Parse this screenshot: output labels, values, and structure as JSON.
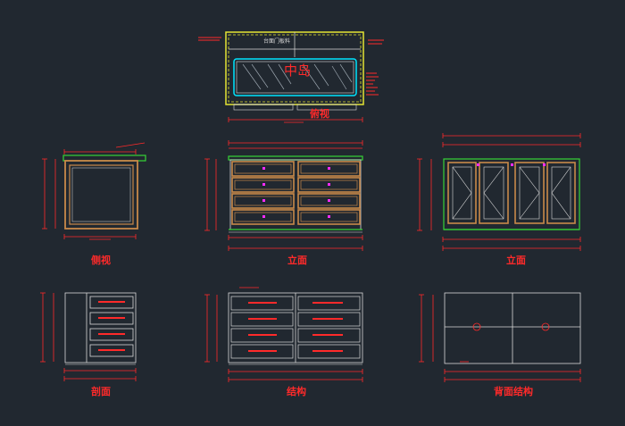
{
  "drawing": {
    "views": {
      "top": {
        "label": "俯视",
        "panel_note": "台面门板料",
        "island_text": "中岛"
      },
      "side": {
        "label": "侧视"
      },
      "front_drawers": {
        "label": "立面"
      },
      "front_doors": {
        "label": "立面"
      },
      "section": {
        "label": "剖面"
      },
      "structure": {
        "label": "结构"
      },
      "back_structure": {
        "label": "背面结构"
      }
    },
    "colors": {
      "background": "#212830",
      "dimension": "#ff2a2a",
      "outline": "#d9d9d9",
      "cabinet_frame": "#c8894a",
      "countertop": "#e4e432",
      "glass": "#00e5ff",
      "base": "#36d436",
      "handle": "#ff2bff"
    }
  }
}
